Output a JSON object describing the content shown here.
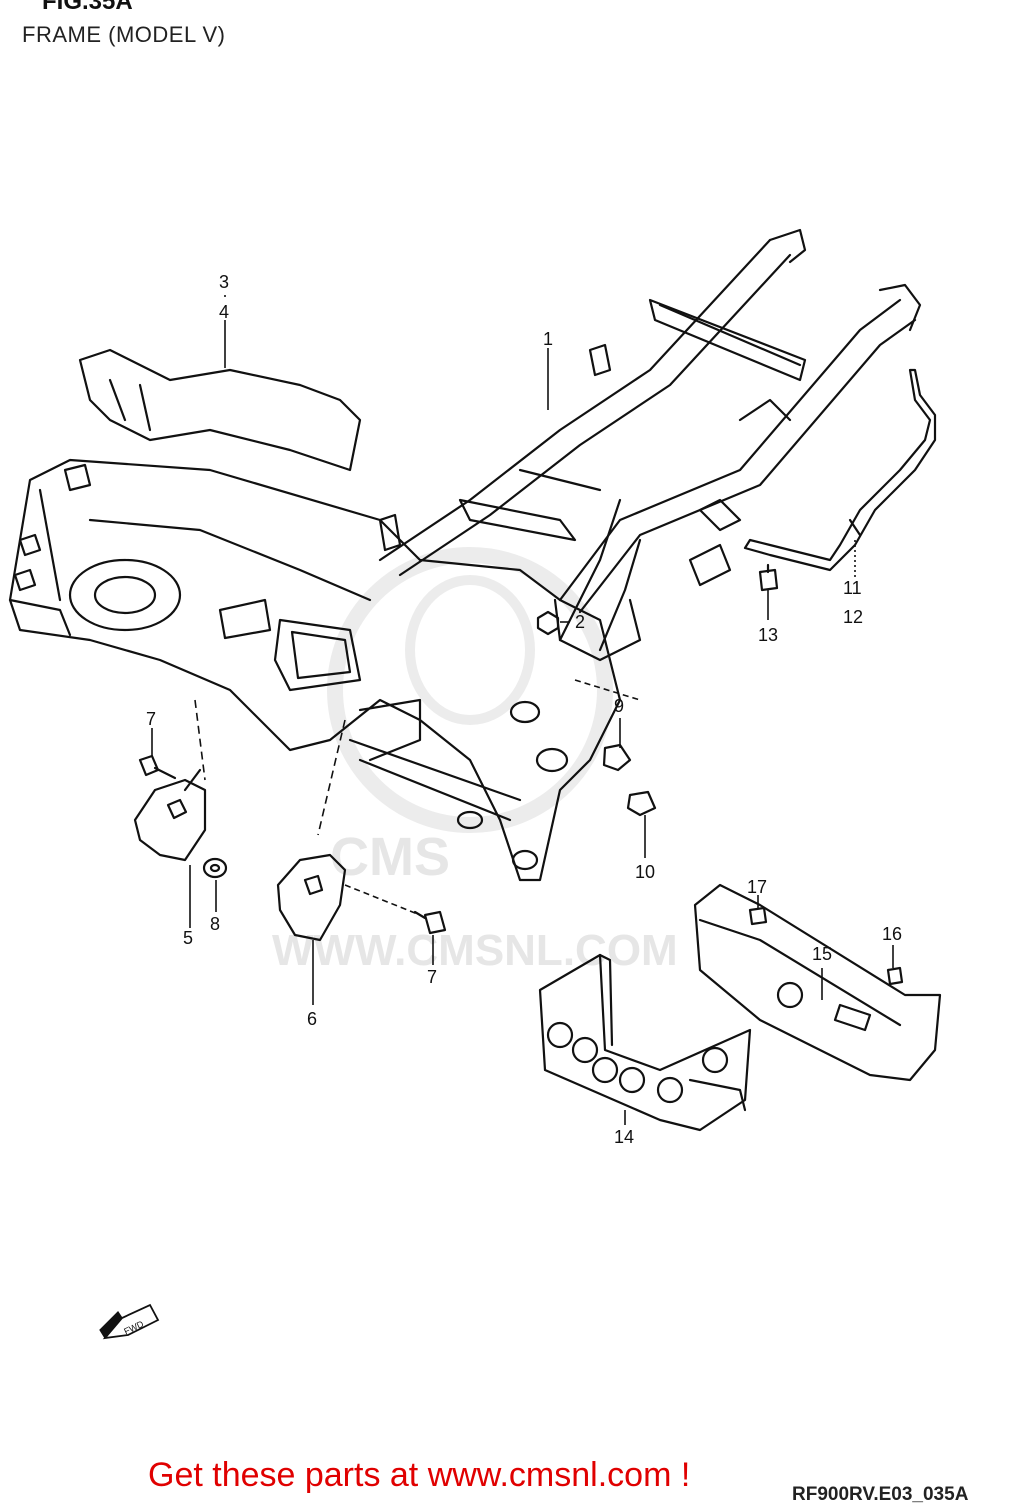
{
  "figure": {
    "title": "FIG.35A",
    "subtitle": "FRAME (MODEL V)",
    "reference_code": "RF900RV.E03_035A"
  },
  "watermark": {
    "brand": "CMS",
    "url": "WWW.CMSNL.COM"
  },
  "fwd_arrow": {
    "label": "FWD",
    "icon": "forward-arrow-icon"
  },
  "callouts": [
    {
      "id": "1",
      "label": "1"
    },
    {
      "id": "2",
      "label": "2"
    },
    {
      "id": "3",
      "label": "3"
    },
    {
      "id": "4",
      "label": "4"
    },
    {
      "id": "5",
      "label": "5"
    },
    {
      "id": "6",
      "label": "6"
    },
    {
      "id": "7a",
      "label": "7"
    },
    {
      "id": "7b",
      "label": "7"
    },
    {
      "id": "8",
      "label": "8"
    },
    {
      "id": "9",
      "label": "9"
    },
    {
      "id": "10",
      "label": "10"
    },
    {
      "id": "11",
      "label": "11"
    },
    {
      "id": "12",
      "label": "12"
    },
    {
      "id": "13",
      "label": "13"
    },
    {
      "id": "14",
      "label": "14"
    },
    {
      "id": "15",
      "label": "15"
    },
    {
      "id": "16",
      "label": "16"
    },
    {
      "id": "17",
      "label": "17"
    }
  ],
  "footer": {
    "link_text": "Get these parts at www.cmsnl.com !",
    "link_color": "#e00000"
  }
}
